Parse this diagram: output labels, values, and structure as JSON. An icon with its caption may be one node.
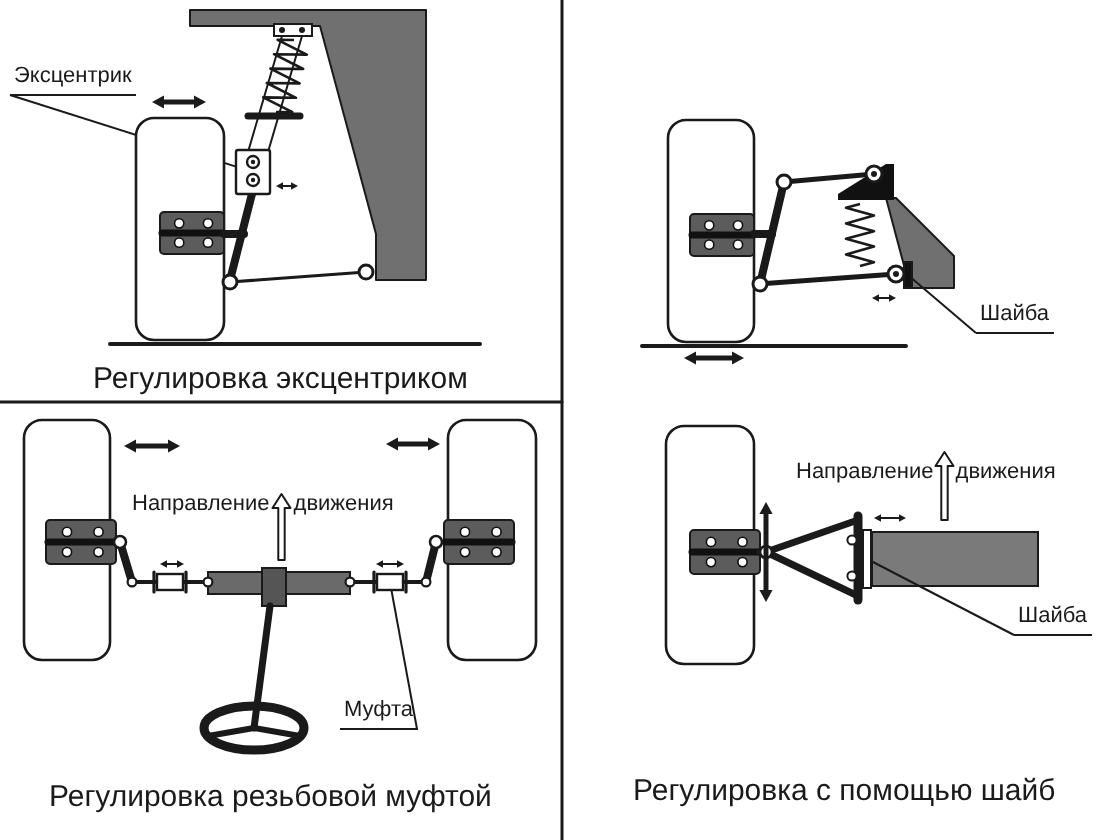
{
  "diagram": {
    "nodes": [
      {
        "text": [
          "Эксцентрик"
        ]
      },
      {
        "text": [],
        "shape": "box"
      },
      {
        "text": [
          "Шайба"
        ]
      },
      {
        "text": [],
        "shape": "bar"
      },
      {
        "text": [
          "Муфта"
        ]
      },
      {
        "text": [],
        "shape": "cylinder"
      },
      {
        "text": [
          "Шайба"
        ]
      },
      {
        "text": [],
        "shape": "bar"
      }
    ],
    "edges": [
      {
        "from": 0,
        "to": 1,
        "arrow": "none"
      },
      {
        "from": 2,
        "to": 3,
        "arrow": "none"
      },
      {
        "from": 4,
        "to": 5,
        "arrow": "none"
      },
      {
        "from": 6,
        "to": 7,
        "arrow": "none"
      }
    ],
    "labels": [
      "Регулировка эксцентриком",
      "Направление движения",
      "Регулировка резьбовой муфтой",
      "Направление движения",
      "Регулировка с помощью шайб"
    ]
  }
}
